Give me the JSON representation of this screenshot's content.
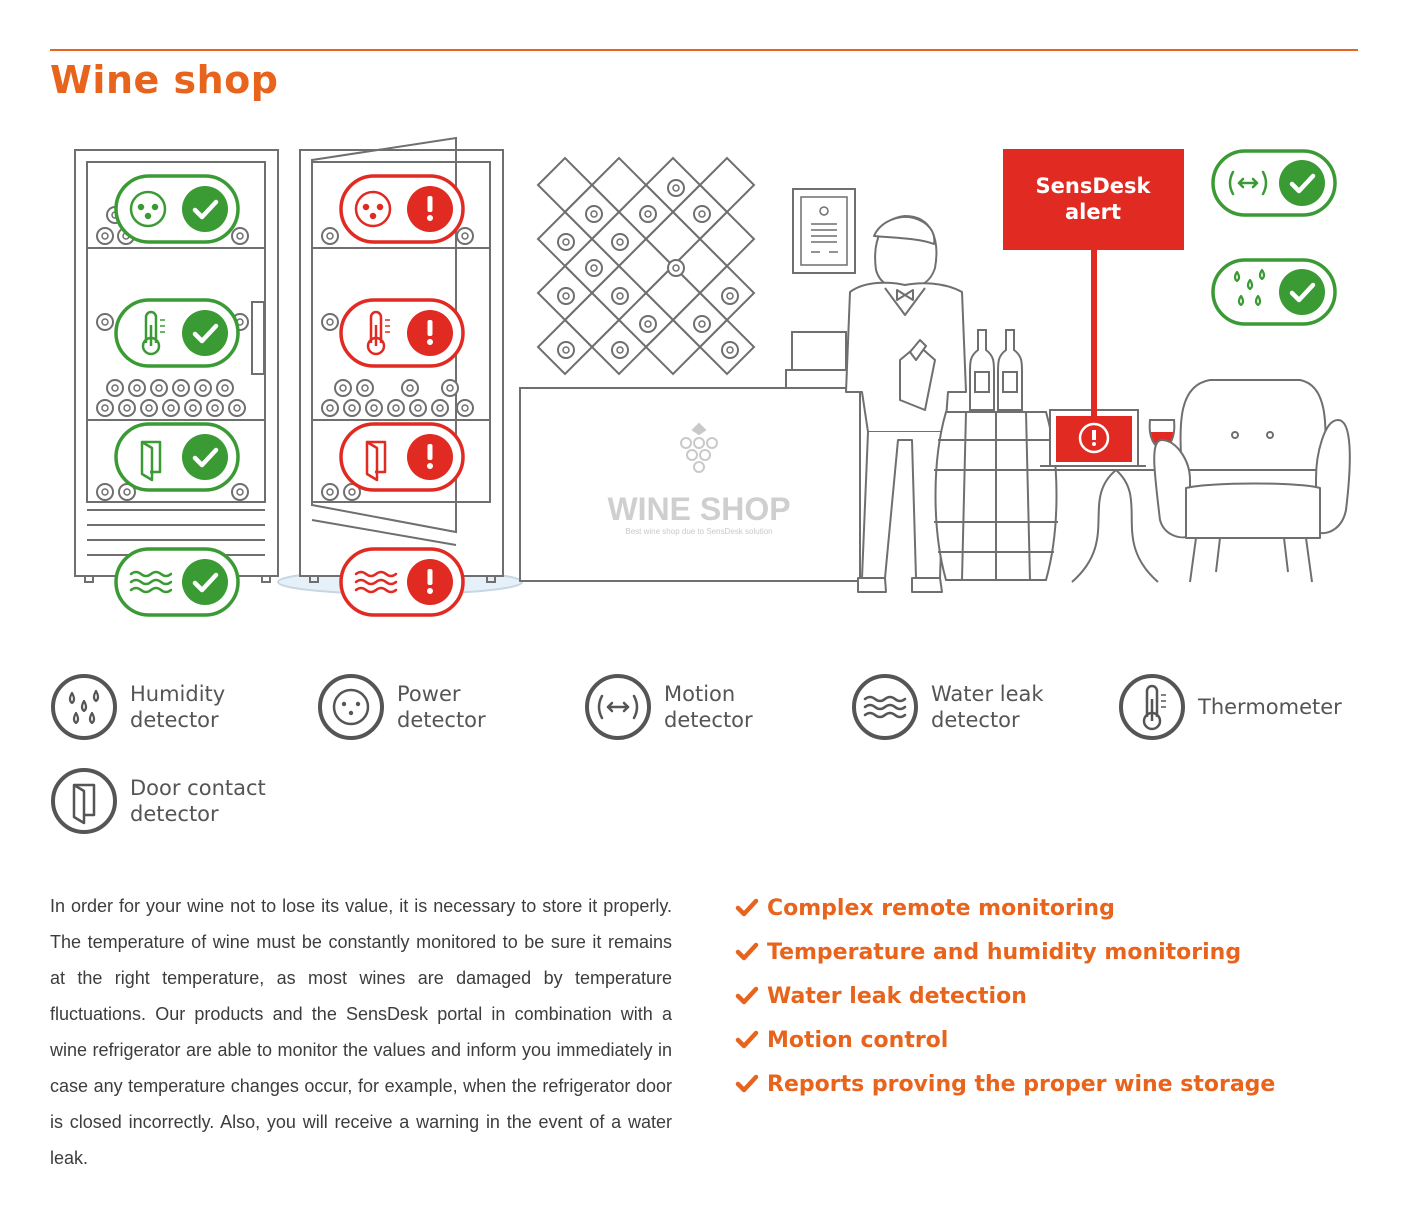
{
  "title": "Wine shop",
  "colors": {
    "accent": "#e8641c",
    "ok": "#3a9a34",
    "alert": "#e02a22",
    "line": "#6f6f6f"
  },
  "scene": {
    "alert_sign": {
      "line1": "SensDesk",
      "line2": "alert"
    },
    "shop_name": "WINE SHOP",
    "shop_tagline": "Best wine shop due to SensDesk solution"
  },
  "legend": [
    {
      "icon": "humidity-icon",
      "label": "Humidity\ndetector"
    },
    {
      "icon": "power-icon",
      "label": "Power\ndetector"
    },
    {
      "icon": "motion-icon",
      "label": "Motion\ndetector"
    },
    {
      "icon": "water-leak-icon",
      "label": "Water leak\ndetector"
    },
    {
      "icon": "thermometer-icon",
      "label": "Thermometer"
    },
    {
      "icon": "door-contact-icon",
      "label": "Door contact\ndetector"
    }
  ],
  "description": "In order for your wine not to lose its value, it is necessary to store it properly. The temperature of wine must be constantly monitored to be sure it remains at the right temperature, as most wines are damaged by temperature fluctuations. Our products and the SensDesk portal in combination with a wine refrigerator are able to monitor the values and inform you immediately in case any temperature changes occur, for example, when the refrigerator door is closed incorrectly. Also, you will receive a warning in the event of a water leak.",
  "features": [
    "Complex remote monitoring",
    "Temperature and humidity monitoring",
    "Water leak detection",
    "Motion control",
    "Reports proving the proper wine storage"
  ]
}
